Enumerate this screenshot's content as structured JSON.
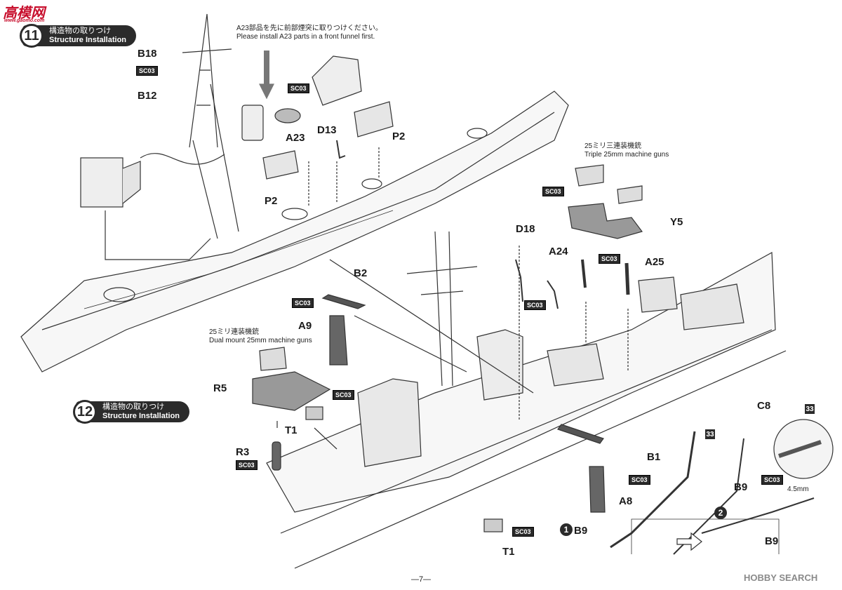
{
  "logo_top": "高模网",
  "logo_top_sub": "www.gaomo.com",
  "step11": {
    "number": "11",
    "jp": "構造物の取りつけ",
    "en": "Structure Installation"
  },
  "step12": {
    "number": "12",
    "jp": "構造物の取りつけ",
    "en": "Structure Installation"
  },
  "note_a23": {
    "jp": "A23部品を先に前部煙突に取りつけください。",
    "en": "Please install A23 parts in a front funnel first."
  },
  "note_triple": {
    "jp": "25ミリ三連装機銃",
    "en": "Triple 25mm machine guns"
  },
  "note_dual": {
    "jp": "25ミリ連装機銃",
    "en": "Dual mount 25mm machine guns"
  },
  "sc03": "SC03",
  "labels": {
    "b18": "B18",
    "b12": "B12",
    "a23": "A23",
    "d13": "D13",
    "p2a": "P2",
    "p2b": "P2",
    "b2": "B2",
    "a9": "A9",
    "r5": "R5",
    "t1a": "T1",
    "r3": "R3",
    "d18": "D18",
    "a24": "A24",
    "a25": "A25",
    "y5": "Y5",
    "c8": "C8",
    "b1": "B1",
    "a8": "A8",
    "b9a": "B9",
    "b9b": "B9",
    "b9c": "B9",
    "t1b": "T1"
  },
  "sub_step1": "1",
  "sub_step2": "2",
  "num33a": "33",
  "num33b": "33",
  "measure": "4.5mm",
  "page": "—7—",
  "watermark": "HOBBY SEARCH"
}
